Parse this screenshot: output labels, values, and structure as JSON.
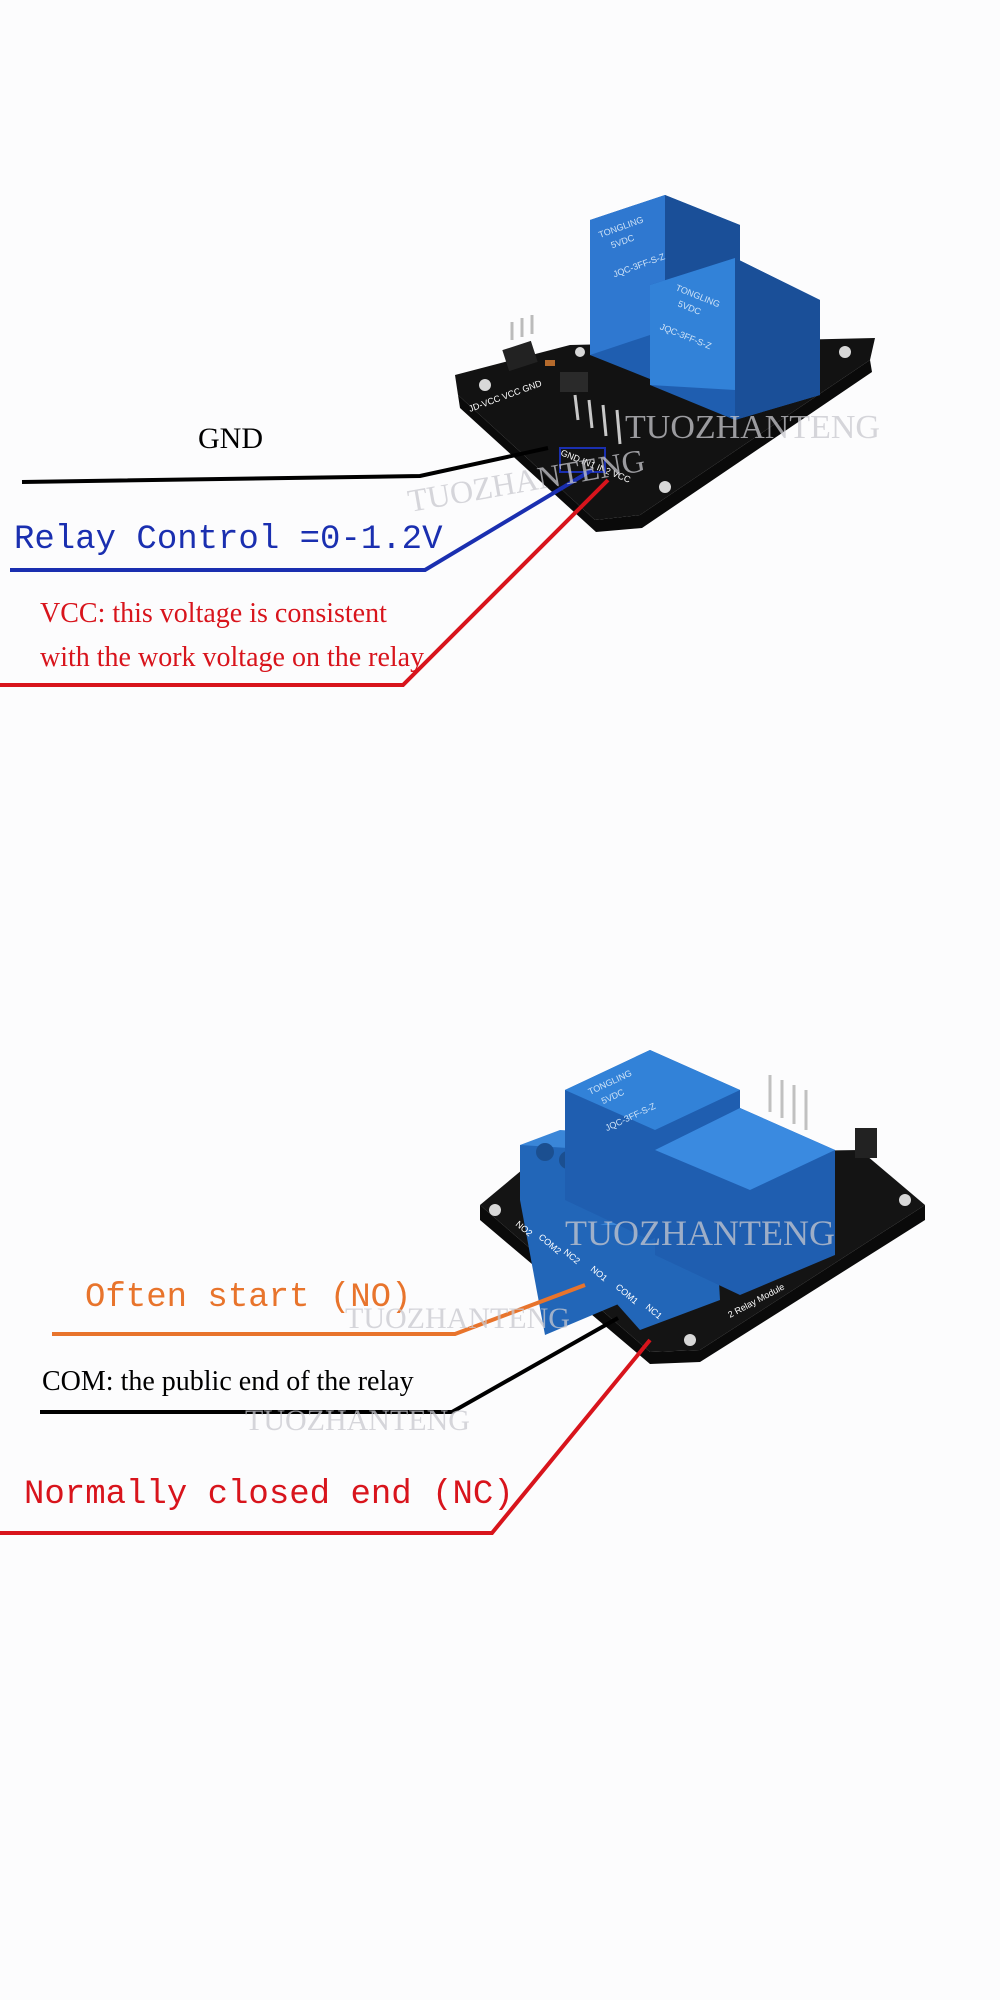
{
  "colors": {
    "gnd": "#000000",
    "control": "#1a2fb0",
    "vcc": "#d8141c",
    "no": "#e8742c",
    "com": "#000000",
    "nc": "#d8141c",
    "relay_blue": "#2d6fc4",
    "pcb_black": "#151515"
  },
  "top_module": {
    "relay1_brand": "TONGLING",
    "relay1_rating": "5VDC",
    "relay1_model": "JQC-3FF-S-Z",
    "relay2_brand": "TONGLING",
    "relay2_rating": "5VDC",
    "relay2_model": "JQC-3FF-S-Z",
    "header_label": "JD-VCC VCC GND",
    "pin_labels": "GND IN1 IN2 VCC"
  },
  "top_labels": {
    "gnd": "GND",
    "relay_control": "Relay Control =0-1.2V",
    "vcc_line1": "VCC: this voltage is consistent",
    "vcc_line2": "with the work voltage on the relay"
  },
  "bottom_module": {
    "terminal_labels": [
      "NO2",
      "COM2",
      "NC2",
      "NO1",
      "COM1",
      "NC1"
    ],
    "board_label": "2 Relay Module",
    "relay_brand": "TONGLING",
    "relay_rating": "5VDC",
    "relay_model": "JQC-3FF-S-Z"
  },
  "bottom_labels": {
    "no": "Often start (NO)",
    "com": "COM: the public end of the relay",
    "nc": "Normally closed end (NC)"
  },
  "watermark": "TUOZHANTENG"
}
